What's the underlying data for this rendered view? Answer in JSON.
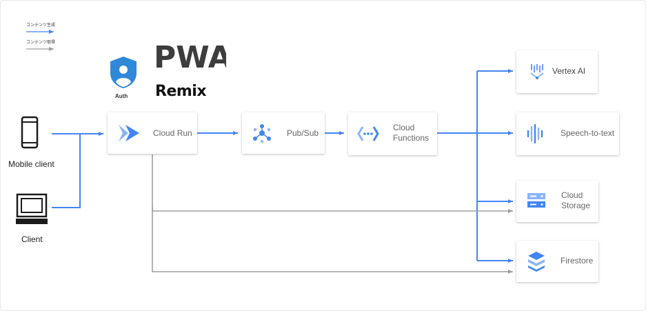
{
  "legend": {
    "generate_label": "コンテンツ生成",
    "fetch_label": "コンテンツ取得",
    "generate_color": "#4285f4",
    "fetch_color": "#9e9e9e"
  },
  "clients": {
    "mobile": {
      "label": "Mobile client",
      "icon": "smartphone-icon"
    },
    "desktop": {
      "label": "Client",
      "icon": "desktop-icon"
    }
  },
  "brands": {
    "auth_label": "Auth",
    "pwa_logo_text": "PWA",
    "remix_logo_text": "Remix"
  },
  "services": {
    "cloud_run": {
      "label": "Cloud Run",
      "icon": "cloud-run-icon"
    },
    "pubsub": {
      "label": "Pub/Sub",
      "icon": "pubsub-icon"
    },
    "functions": {
      "line1": "Cloud",
      "line2": "Functions",
      "icon": "cloud-functions-icon"
    },
    "vertex": {
      "label": "Vertex AI",
      "icon": "vertex-ai-icon"
    },
    "speech": {
      "label": "Speech-to-text",
      "icon": "speech-to-text-icon"
    },
    "storage": {
      "line1": "Cloud",
      "line2": "Storage",
      "icon": "cloud-storage-icon"
    },
    "firestore": {
      "label": "Firestore",
      "icon": "firestore-icon"
    }
  }
}
